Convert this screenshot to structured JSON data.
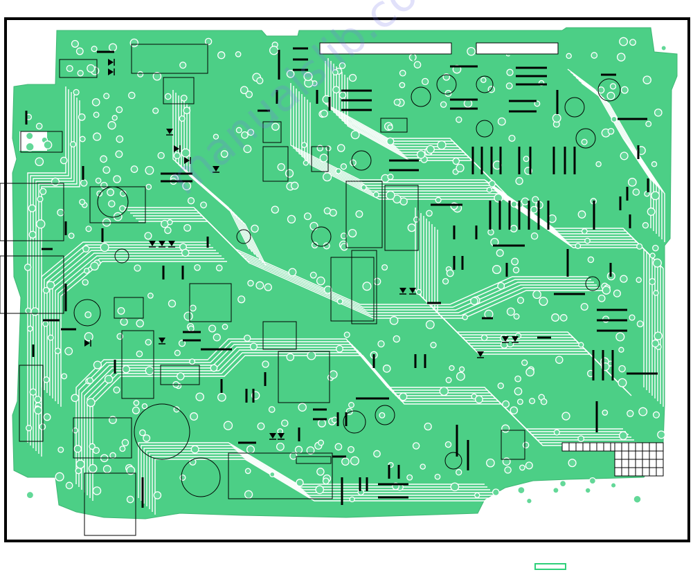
{
  "diagram": {
    "type": "pcb-layout",
    "colors": {
      "board": "#4ccf86",
      "board_light": "#63d898",
      "trace": "#ffffff",
      "ink": "#000000",
      "frame": "#000000",
      "legend": "#2fd07a"
    },
    "layers": [
      "copper",
      "component-outlines",
      "jumpers",
      "diodes"
    ],
    "legend": {
      "swatch_color": "#2fd07a"
    },
    "watermark": "manualslib.com"
  }
}
